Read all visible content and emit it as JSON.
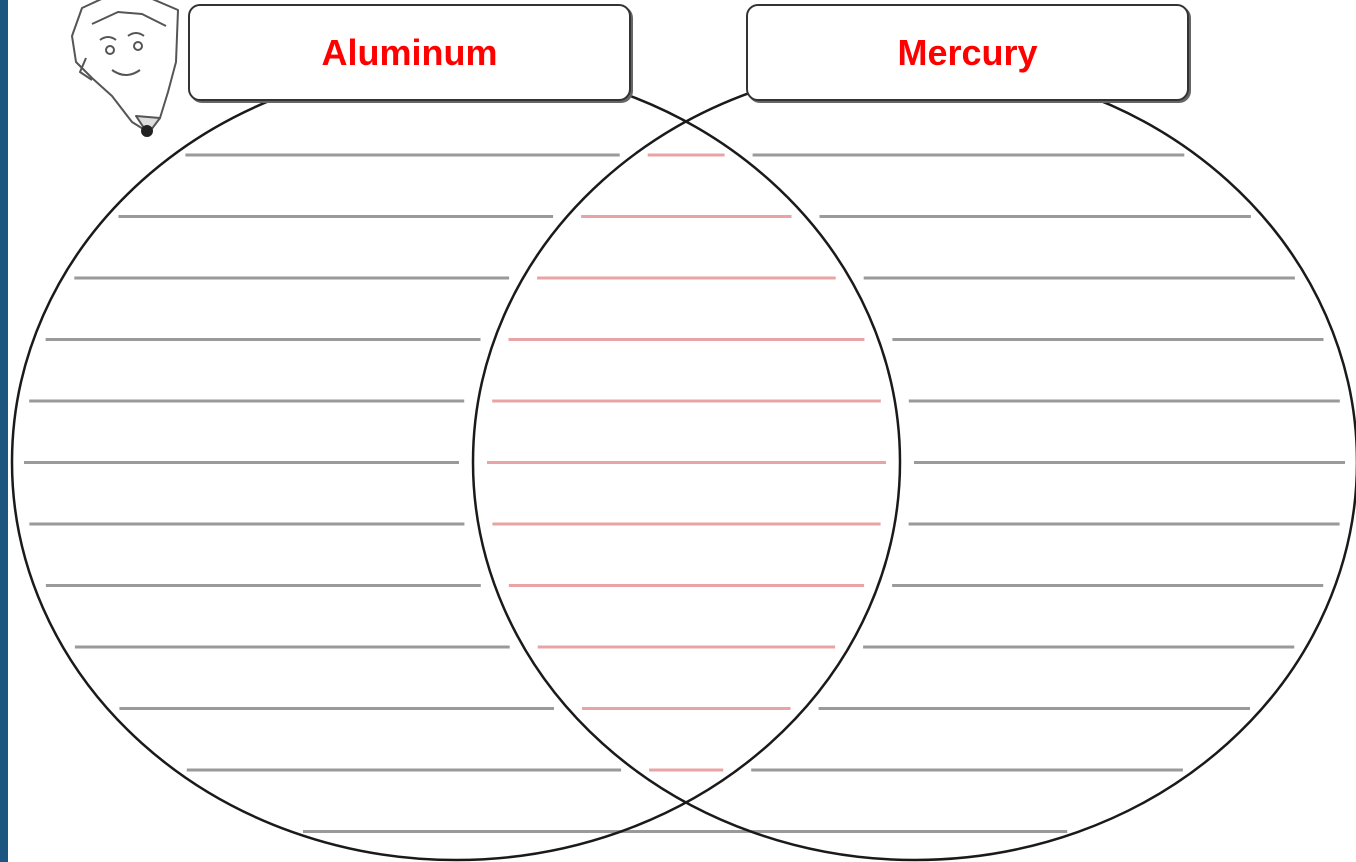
{
  "sets": {
    "left": {
      "label": "Aluminum"
    },
    "right": {
      "label": "Mercury"
    }
  },
  "colors": {
    "label_text": "#ff0000",
    "left_edge": "#1c5580",
    "outline": "#1a1a1a",
    "writing_lines": "#9a9a9a",
    "overlap_lines": "#e8a4a4"
  },
  "icons": {
    "corner_clipart": "pencil-character-icon"
  },
  "writing_lines_per_circle": 12
}
